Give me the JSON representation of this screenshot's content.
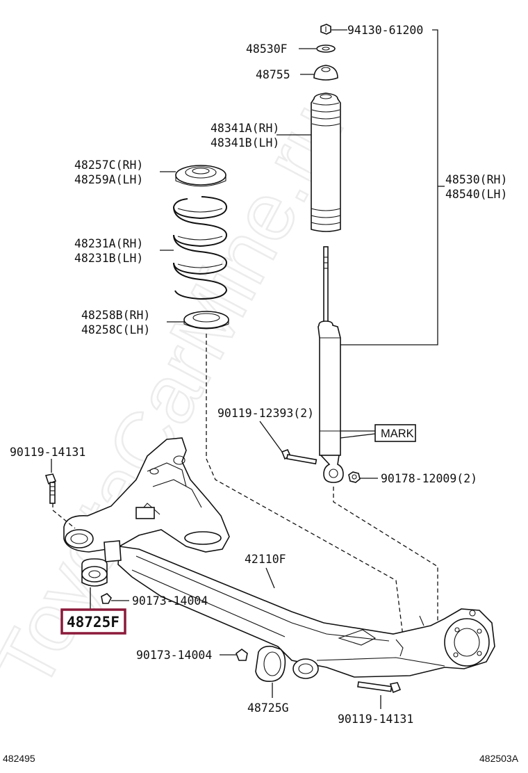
{
  "watermark": "ToyotaCarMine.ru",
  "diagram_code_left": "482495",
  "diagram_code_right": "482503A",
  "mark_label": "MARK",
  "highlight_color": "#8b1a3a",
  "parts": {
    "nut_top": "94130-61200",
    "washer": "48530F",
    "bound_cushion": "48755",
    "boot_rh": "48341A(RH)",
    "boot_lh": "48341B(LH)",
    "upper_seat_rh": "48257C(RH)",
    "upper_seat_lh": "48259A(LH)",
    "spring_rh": "48231A(RH)",
    "spring_lh": "48231B(LH)",
    "lower_seat_rh": "48258B(RH)",
    "lower_seat_lh": "48258C(LH)",
    "absorber_rh": "48530(RH)",
    "absorber_lh": "48540(LH)",
    "bolt_absorber": "90119-12393(2)",
    "bolt_left": "90119-14131",
    "nut_absorber": "90178-12009(2)",
    "beam": "42110F",
    "nut_bushing_left": "90173-14004",
    "bushing_left": "48725F",
    "nut_bushing_right": "90173-14004",
    "bushing_right": "48725G",
    "bolt_right": "90119-14131"
  }
}
